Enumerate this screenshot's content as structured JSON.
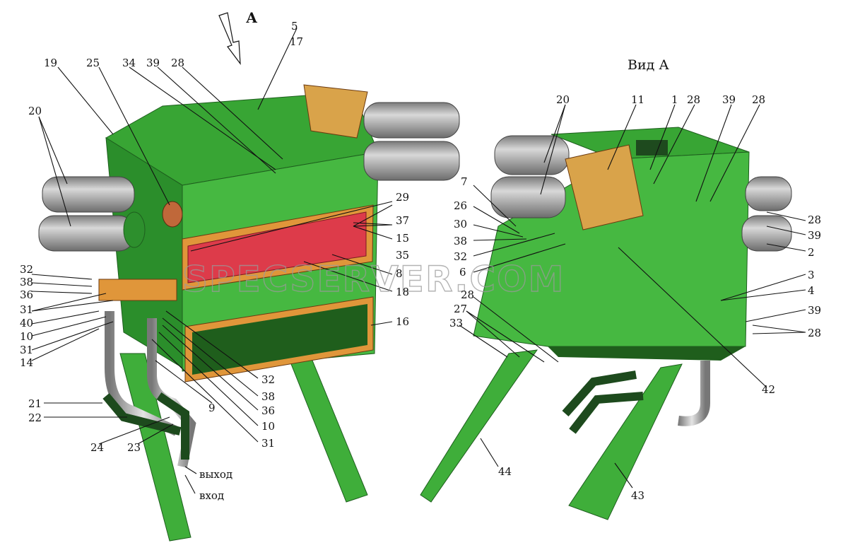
{
  "titles": {
    "arrow_letter": "А",
    "view_title": "Вид А"
  },
  "flow": {
    "out": "выход",
    "in": "вход"
  },
  "watermark": "SPECSERVER.COM",
  "left_labels": [
    "5",
    "17",
    "19",
    "25",
    "34",
    "39",
    "28",
    "20",
    "29",
    "37",
    "15",
    "35",
    "8",
    "18",
    "32",
    "38",
    "36",
    "31",
    "40",
    "10",
    "31",
    "14",
    "16",
    "21",
    "22",
    "24",
    "23",
    "9",
    "32",
    "38",
    "36",
    "10",
    "31"
  ],
  "right_labels": [
    "20",
    "11",
    "1",
    "28",
    "39",
    "28",
    "7",
    "26",
    "30",
    "38",
    "32",
    "6",
    "28",
    "39",
    "2",
    "3",
    "4",
    "39",
    "28",
    "28",
    "27",
    "33",
    "42",
    "44",
    "43"
  ],
  "colors": {
    "body_green": "#3fae3a",
    "body_dark": "#2a8a2a",
    "panel_orange": "#e0963a",
    "panel_red": "#dd3b4a",
    "cylinder_grey": "#a8a8a8"
  }
}
